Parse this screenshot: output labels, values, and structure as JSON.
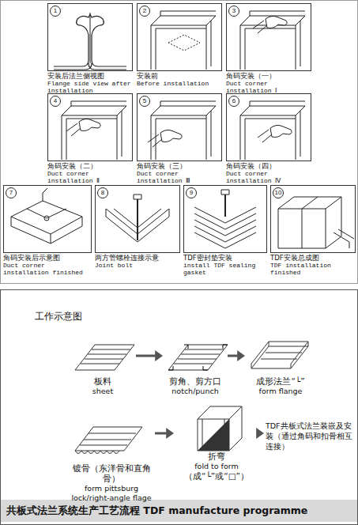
{
  "diagram": {
    "title": "共板式法兰系统生产工艺流程 TDF manufacture programme",
    "nodes": [
      {
        "text": [
          "安装后法兰侧视图",
          "Flange side view after installation"
        ]
      },
      {
        "text": [
          "安装前",
          "Before installation"
        ]
      },
      {
        "text": [
          "角码安装（一）",
          "Duct corner installation Ⅰ"
        ]
      },
      {
        "text": [
          "角码安装（二）",
          "Duct corner installation Ⅱ"
        ]
      },
      {
        "text": [
          "角码安装（三）",
          "Duct corner installation Ⅲ"
        ]
      },
      {
        "text": [
          "角码安装（四）",
          "Duct corner installation Ⅳ"
        ]
      },
      {
        "text": [
          "角码安装后示意图",
          "Duct corner installation finished"
        ]
      },
      {
        "text": [
          "两方管螺栓连接示意",
          "Joint bolt"
        ]
      },
      {
        "text": [
          "TDF密封垫安装",
          "install TDF sealing gasket"
        ]
      },
      {
        "text": [
          "TDF安装总成图",
          "TDF installation finished"
        ]
      },
      {
        "text": [
          "板料",
          "sheet"
        ]
      },
      {
        "text": [
          "剪角、剪方口",
          "notch/punch"
        ]
      },
      {
        "text": [
          "成形法兰“└”",
          "form flange"
        ]
      },
      {
        "text": [
          "镀骨（东洋骨和直角骨）",
          "form pittsburg lock/right-angle flage"
        ]
      },
      {
        "text": [
          "折弯",
          "fold to form",
          "（成“└”或“□”）"
        ]
      },
      {
        "text": [
          "TDF共板式法兰装嵌及安装（通过角码和扣骨相互连接）"
        ]
      }
    ],
    "edges": [
      {
        "from": 10,
        "to": 11,
        "arrow": "to"
      },
      {
        "from": 11,
        "to": 12,
        "arrow": "to"
      },
      {
        "from": 13,
        "to": 14,
        "arrow": "to"
      },
      {
        "from": 14,
        "to": 15,
        "arrow": "to"
      }
    ],
    "labels": [
      "1",
      "2",
      "3",
      "4",
      "5",
      "6",
      "7",
      "8",
      "9",
      "10",
      "工作示意图"
    ]
  }
}
